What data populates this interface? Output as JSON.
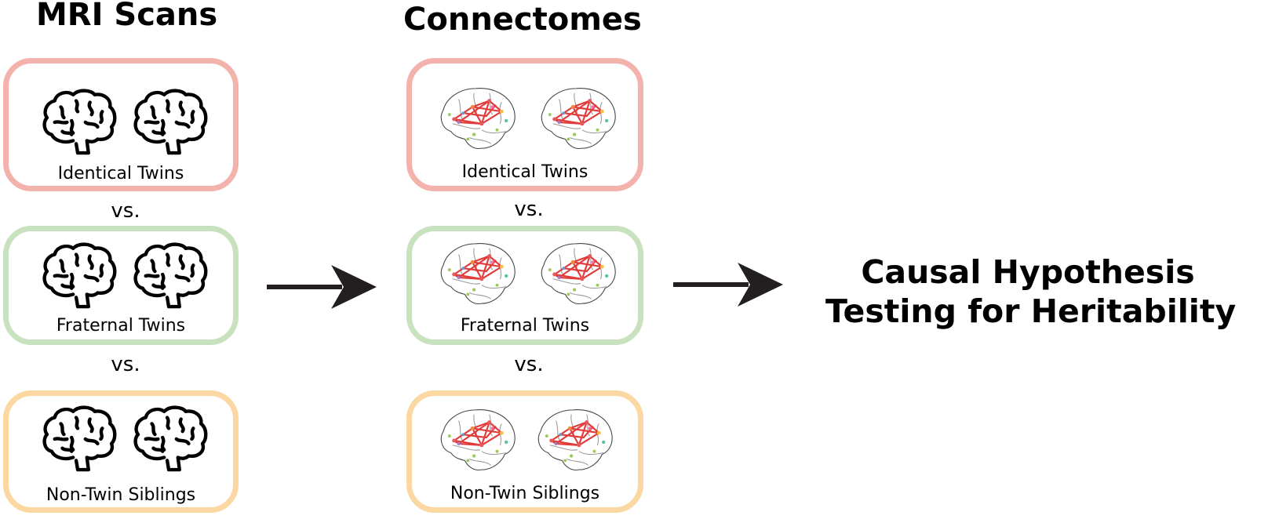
{
  "mri": {
    "title": "MRI Scans",
    "groups": [
      {
        "label": "Identical Twins",
        "color": "#f4b2ad"
      },
      {
        "label": "Fraternal Twins",
        "color": "#c8e2bf"
      },
      {
        "label": "Non-Twin Siblings",
        "color": "#fbd7a1"
      }
    ],
    "vs": [
      "vs.",
      "vs."
    ]
  },
  "connectomes": {
    "title": "Connectomes",
    "groups": [
      {
        "label": "Identical Twins",
        "color": "#f4b2ad"
      },
      {
        "label": "Fraternal Twins",
        "color": "#c8e2bf"
      },
      {
        "label": "Non-Twin Siblings",
        "color": "#fbd7a1"
      }
    ],
    "vs": [
      "vs.",
      "vs."
    ]
  },
  "result": {
    "line1": "Causal Hypothesis",
    "line2": "Testing for Heritability"
  },
  "icons": {
    "mri": "brain-outline-icon",
    "connectome": "brain-connectome-icon",
    "arrow": "arrow-right-icon"
  },
  "colors": {
    "arrow": "#231f20",
    "edge": "#e23b3b"
  }
}
